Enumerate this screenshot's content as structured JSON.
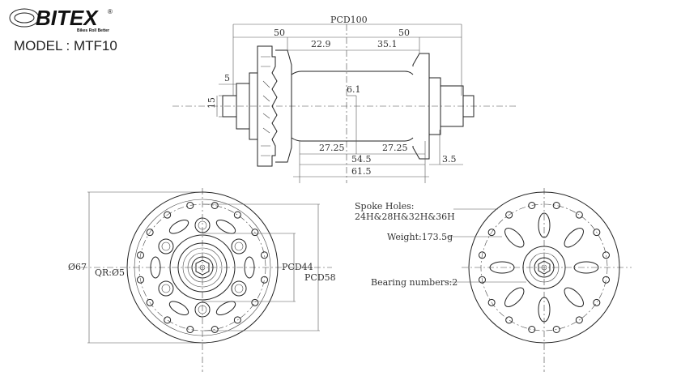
{
  "brand": {
    "logo_text": "BITEX",
    "registered": "®",
    "tagline": "Bikes Roll Better",
    "model_label": "MODEL : MTF10"
  },
  "side_view": {
    "pcd_label": "PCD100",
    "flange_left": "50",
    "flange_right": "50",
    "offset_left": "22.9",
    "offset_right": "35.1",
    "axle_5": "5",
    "axle_15": "15",
    "center_61": "6.1",
    "bottom_left": "27.25",
    "bottom_right": "27.25",
    "overall_545": "54.5",
    "overall_615": "61.5",
    "endcap_35": "3.5"
  },
  "front_view": {
    "diameter": "Ø67",
    "qr": "QR:Ø5",
    "pcd44": "PCD44",
    "pcd58": "PCD58"
  },
  "specs": {
    "spoke_holes_title": "Spoke Holes:",
    "spoke_holes_values": "24H&28H&32H&36H",
    "weight": "Weight:173.5g",
    "bearings": "Bearing numbers:2"
  },
  "colors": {
    "line": "#222222",
    "background": "#ffffff"
  }
}
